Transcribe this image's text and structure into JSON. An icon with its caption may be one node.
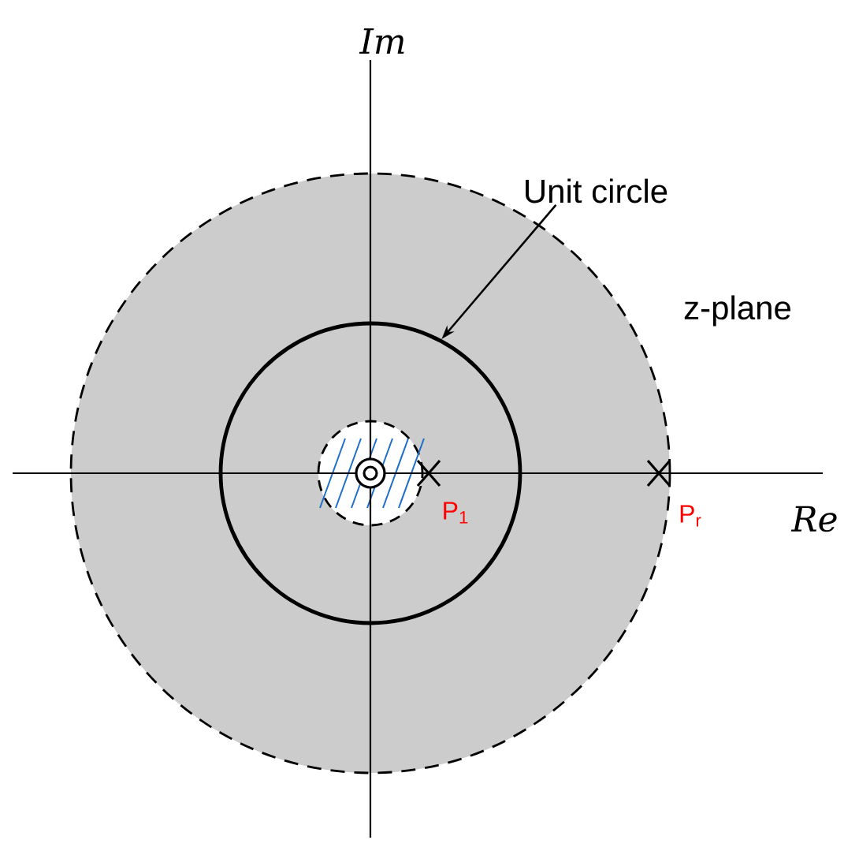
{
  "diagram": {
    "nodes": [
      {
        "text": [
          "Unit circle"
        ]
      },
      {
        "text": [],
        "shape": "circle"
      }
    ],
    "edges": [
      {
        "from": 0,
        "to": 1,
        "arrow": "to"
      }
    ],
    "labels": [
      "Im",
      "z-plane",
      "P$_{1}$",
      "P$_{r}$",
      "Re"
    ]
  }
}
